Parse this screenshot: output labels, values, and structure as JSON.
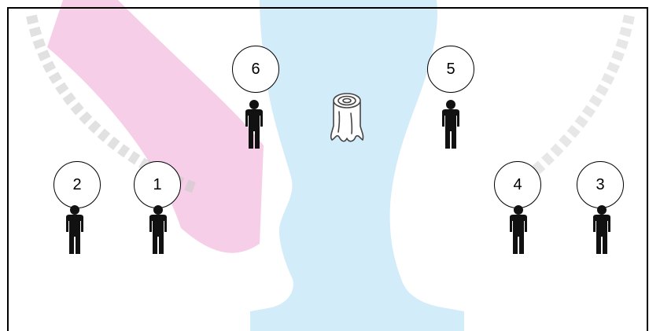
{
  "diagram": {
    "positions": [
      {
        "id": "1",
        "label": "1"
      },
      {
        "id": "2",
        "label": "2"
      },
      {
        "id": "3",
        "label": "3"
      },
      {
        "id": "4",
        "label": "4"
      },
      {
        "id": "5",
        "label": "5"
      },
      {
        "id": "6",
        "label": "6"
      }
    ],
    "center_object": "tree-stump-icon",
    "person_icon": "person-icon"
  },
  "colors": {
    "watermark_blue": "#d3ecfa",
    "watermark_pink": "#f4c6e3",
    "watermark_text": "#c9c9c9",
    "figure": "#111111"
  }
}
